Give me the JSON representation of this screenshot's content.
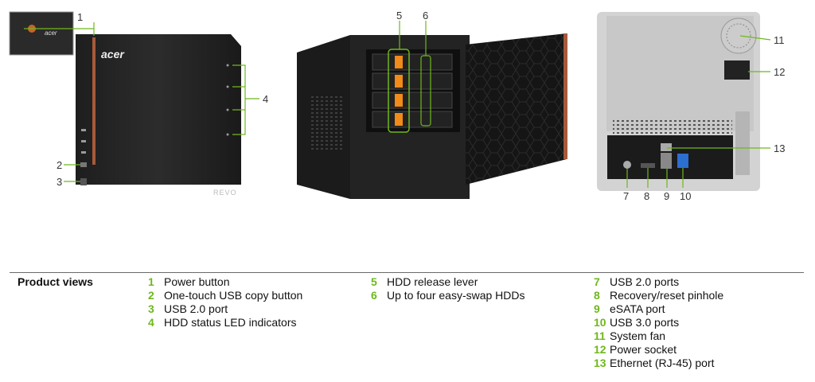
{
  "figure": {
    "callouts": [
      "1",
      "2",
      "3",
      "4",
      "5",
      "6",
      "7",
      "8",
      "9",
      "10",
      "11",
      "12",
      "13"
    ],
    "brand_logo": "acer",
    "model_logo": "REVO",
    "accent_color": "#8bc34a",
    "icons": [
      "power-button-icon",
      "usb-port-icon",
      "hdd-led-icon",
      "hdd-tray-icon",
      "fan-icon",
      "power-socket-icon",
      "ethernet-port-icon"
    ]
  },
  "section": {
    "title": "Product views",
    "columns": [
      [
        {
          "num": "1",
          "label": "Power button"
        },
        {
          "num": "2",
          "label": "One-touch USB copy button"
        },
        {
          "num": "3",
          "label": "USB 2.0 port"
        },
        {
          "num": "4",
          "label": "HDD status LED indicators"
        }
      ],
      [
        {
          "num": "5",
          "label": "HDD release lever"
        },
        {
          "num": "6",
          "label": "Up to four easy-swap HDDs"
        }
      ],
      [
        {
          "num": "7",
          "label": "USB 2.0 ports"
        },
        {
          "num": "8",
          "label": "Recovery/reset pinhole"
        },
        {
          "num": "9",
          "label": "eSATA port"
        },
        {
          "num": "10",
          "label": "USB 3.0 ports"
        },
        {
          "num": "11",
          "label": "System fan"
        },
        {
          "num": "12",
          "label": "Power socket"
        },
        {
          "num": "13",
          "label": "Ethernet (RJ-45) port"
        }
      ]
    ]
  }
}
